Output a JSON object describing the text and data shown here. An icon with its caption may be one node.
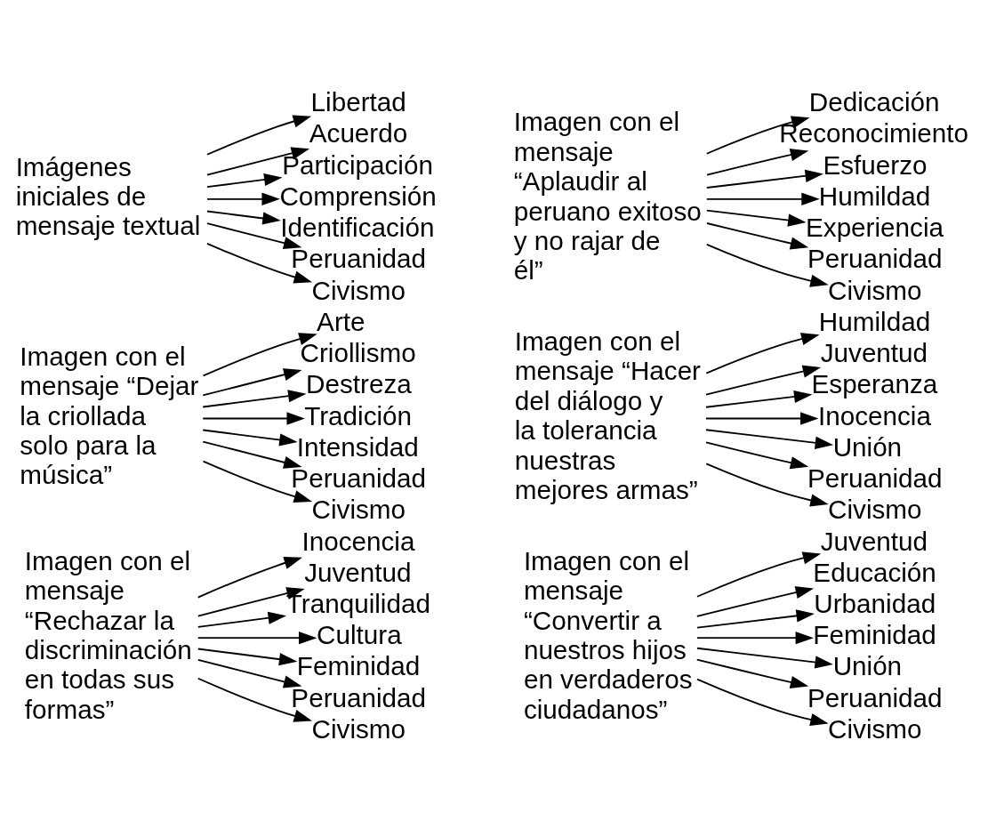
{
  "diagram": {
    "nodes": [
      {
        "text": [
          "Imágenes iniciales de mensaje textual"
        ]
      },
      {
        "text": [
          "Libertad"
        ]
      },
      {
        "text": [
          "Acuerdo"
        ]
      },
      {
        "text": [
          "Participación"
        ]
      },
      {
        "text": [
          "Comprensión"
        ]
      },
      {
        "text": [
          "Identificación"
        ]
      },
      {
        "text": [
          "Peruanidad"
        ]
      },
      {
        "text": [
          "Civismo"
        ]
      },
      {
        "text": [
          "Imagen con el mensaje “Aplaudir al peruano exitoso y no rajar de él”"
        ]
      },
      {
        "text": [
          "Dedicación"
        ]
      },
      {
        "text": [
          "Reconocimiento"
        ]
      },
      {
        "text": [
          "Esfuerzo"
        ]
      },
      {
        "text": [
          "Humildad"
        ]
      },
      {
        "text": [
          "Experiencia"
        ]
      },
      {
        "text": [
          "Peruanidad"
        ]
      },
      {
        "text": [
          "Civismo"
        ]
      },
      {
        "text": [
          "Imagen con el mensaje “Dejar la criollada solo para la música”"
        ]
      },
      {
        "text": [
          "Arte"
        ]
      },
      {
        "text": [
          "Criollismo"
        ]
      },
      {
        "text": [
          "Destreza"
        ]
      },
      {
        "text": [
          "Tradición"
        ]
      },
      {
        "text": [
          "Intensidad"
        ]
      },
      {
        "text": [
          "Peruanidad"
        ]
      },
      {
        "text": [
          "Civismo"
        ]
      },
      {
        "text": [
          "Imagen con el mensaje “Hacer del diálogo y la tolerancia nuestras mejores armas”"
        ]
      },
      {
        "text": [
          "Humildad"
        ]
      },
      {
        "text": [
          "Juventud"
        ]
      },
      {
        "text": [
          "Esperanza"
        ]
      },
      {
        "text": [
          "Inocencia"
        ]
      },
      {
        "text": [
          "Unión"
        ]
      },
      {
        "text": [
          "Peruanidad"
        ]
      },
      {
        "text": [
          "Civismo"
        ]
      },
      {
        "text": [
          "Imagen con el mensaje “Rechazar la discriminación en todas sus formas”"
        ]
      },
      {
        "text": [
          "Inocencia"
        ]
      },
      {
        "text": [
          "Juventud"
        ]
      },
      {
        "text": [
          "Tranquilidad"
        ]
      },
      {
        "text": [
          "Cultura"
        ]
      },
      {
        "text": [
          "Feminidad"
        ]
      },
      {
        "text": [
          "Peruanidad"
        ]
      },
      {
        "text": [
          "Civismo"
        ]
      },
      {
        "text": [
          "Imagen con el mensaje “Convertir a nuestros hijos en verdaderos ciudadanos”"
        ]
      },
      {
        "text": [
          "Juventud"
        ]
      },
      {
        "text": [
          "Educación"
        ]
      },
      {
        "text": [
          "Urbanidad"
        ]
      },
      {
        "text": [
          "Feminidad"
        ]
      },
      {
        "text": [
          "Unión"
        ]
      },
      {
        "text": [
          "Peruanidad"
        ]
      },
      {
        "text": [
          "Civismo"
        ]
      }
    ],
    "edges": [
      {
        "from": 0,
        "to": 1,
        "arrow": "to"
      },
      {
        "from": 0,
        "to": 2,
        "arrow": "to"
      },
      {
        "from": 0,
        "to": 3,
        "arrow": "to"
      },
      {
        "from": 0,
        "to": 4,
        "arrow": "to"
      },
      {
        "from": 0,
        "to": 5,
        "arrow": "to"
      },
      {
        "from": 0,
        "to": 6,
        "arrow": "to"
      },
      {
        "from": 0,
        "to": 7,
        "arrow": "to"
      },
      {
        "from": 8,
        "to": 9,
        "arrow": "to"
      },
      {
        "from": 8,
        "to": 10,
        "arrow": "to"
      },
      {
        "from": 8,
        "to": 11,
        "arrow": "to"
      },
      {
        "from": 8,
        "to": 12,
        "arrow": "to"
      },
      {
        "from": 8,
        "to": 13,
        "arrow": "to"
      },
      {
        "from": 8,
        "to": 14,
        "arrow": "to"
      },
      {
        "from": 8,
        "to": 15,
        "arrow": "to"
      },
      {
        "from": 16,
        "to": 17,
        "arrow": "to"
      },
      {
        "from": 16,
        "to": 18,
        "arrow": "to"
      },
      {
        "from": 16,
        "to": 19,
        "arrow": "to"
      },
      {
        "from": 16,
        "to": 20,
        "arrow": "to"
      },
      {
        "from": 16,
        "to": 21,
        "arrow": "to"
      },
      {
        "from": 16,
        "to": 22,
        "arrow": "to"
      },
      {
        "from": 16,
        "to": 23,
        "arrow": "to"
      },
      {
        "from": 24,
        "to": 25,
        "arrow": "to"
      },
      {
        "from": 24,
        "to": 26,
        "arrow": "to"
      },
      {
        "from": 24,
        "to": 27,
        "arrow": "to"
      },
      {
        "from": 24,
        "to": 28,
        "arrow": "to"
      },
      {
        "from": 24,
        "to": 29,
        "arrow": "to"
      },
      {
        "from": 24,
        "to": 30,
        "arrow": "to"
      },
      {
        "from": 24,
        "to": 31,
        "arrow": "to"
      },
      {
        "from": 32,
        "to": 33,
        "arrow": "to"
      },
      {
        "from": 32,
        "to": 34,
        "arrow": "to"
      },
      {
        "from": 32,
        "to": 35,
        "arrow": "to"
      },
      {
        "from": 32,
        "to": 36,
        "arrow": "to"
      },
      {
        "from": 32,
        "to": 37,
        "arrow": "to"
      },
      {
        "from": 32,
        "to": 38,
        "arrow": "to"
      },
      {
        "from": 32,
        "to": 39,
        "arrow": "to"
      },
      {
        "from": 40,
        "to": 41,
        "arrow": "to"
      },
      {
        "from": 40,
        "to": 42,
        "arrow": "to"
      },
      {
        "from": 40,
        "to": 43,
        "arrow": "to"
      },
      {
        "from": 40,
        "to": 44,
        "arrow": "to"
      },
      {
        "from": 40,
        "to": 45,
        "arrow": "to"
      },
      {
        "from": 40,
        "to": 46,
        "arrow": "to"
      },
      {
        "from": 40,
        "to": 47,
        "arrow": "to"
      }
    ]
  }
}
